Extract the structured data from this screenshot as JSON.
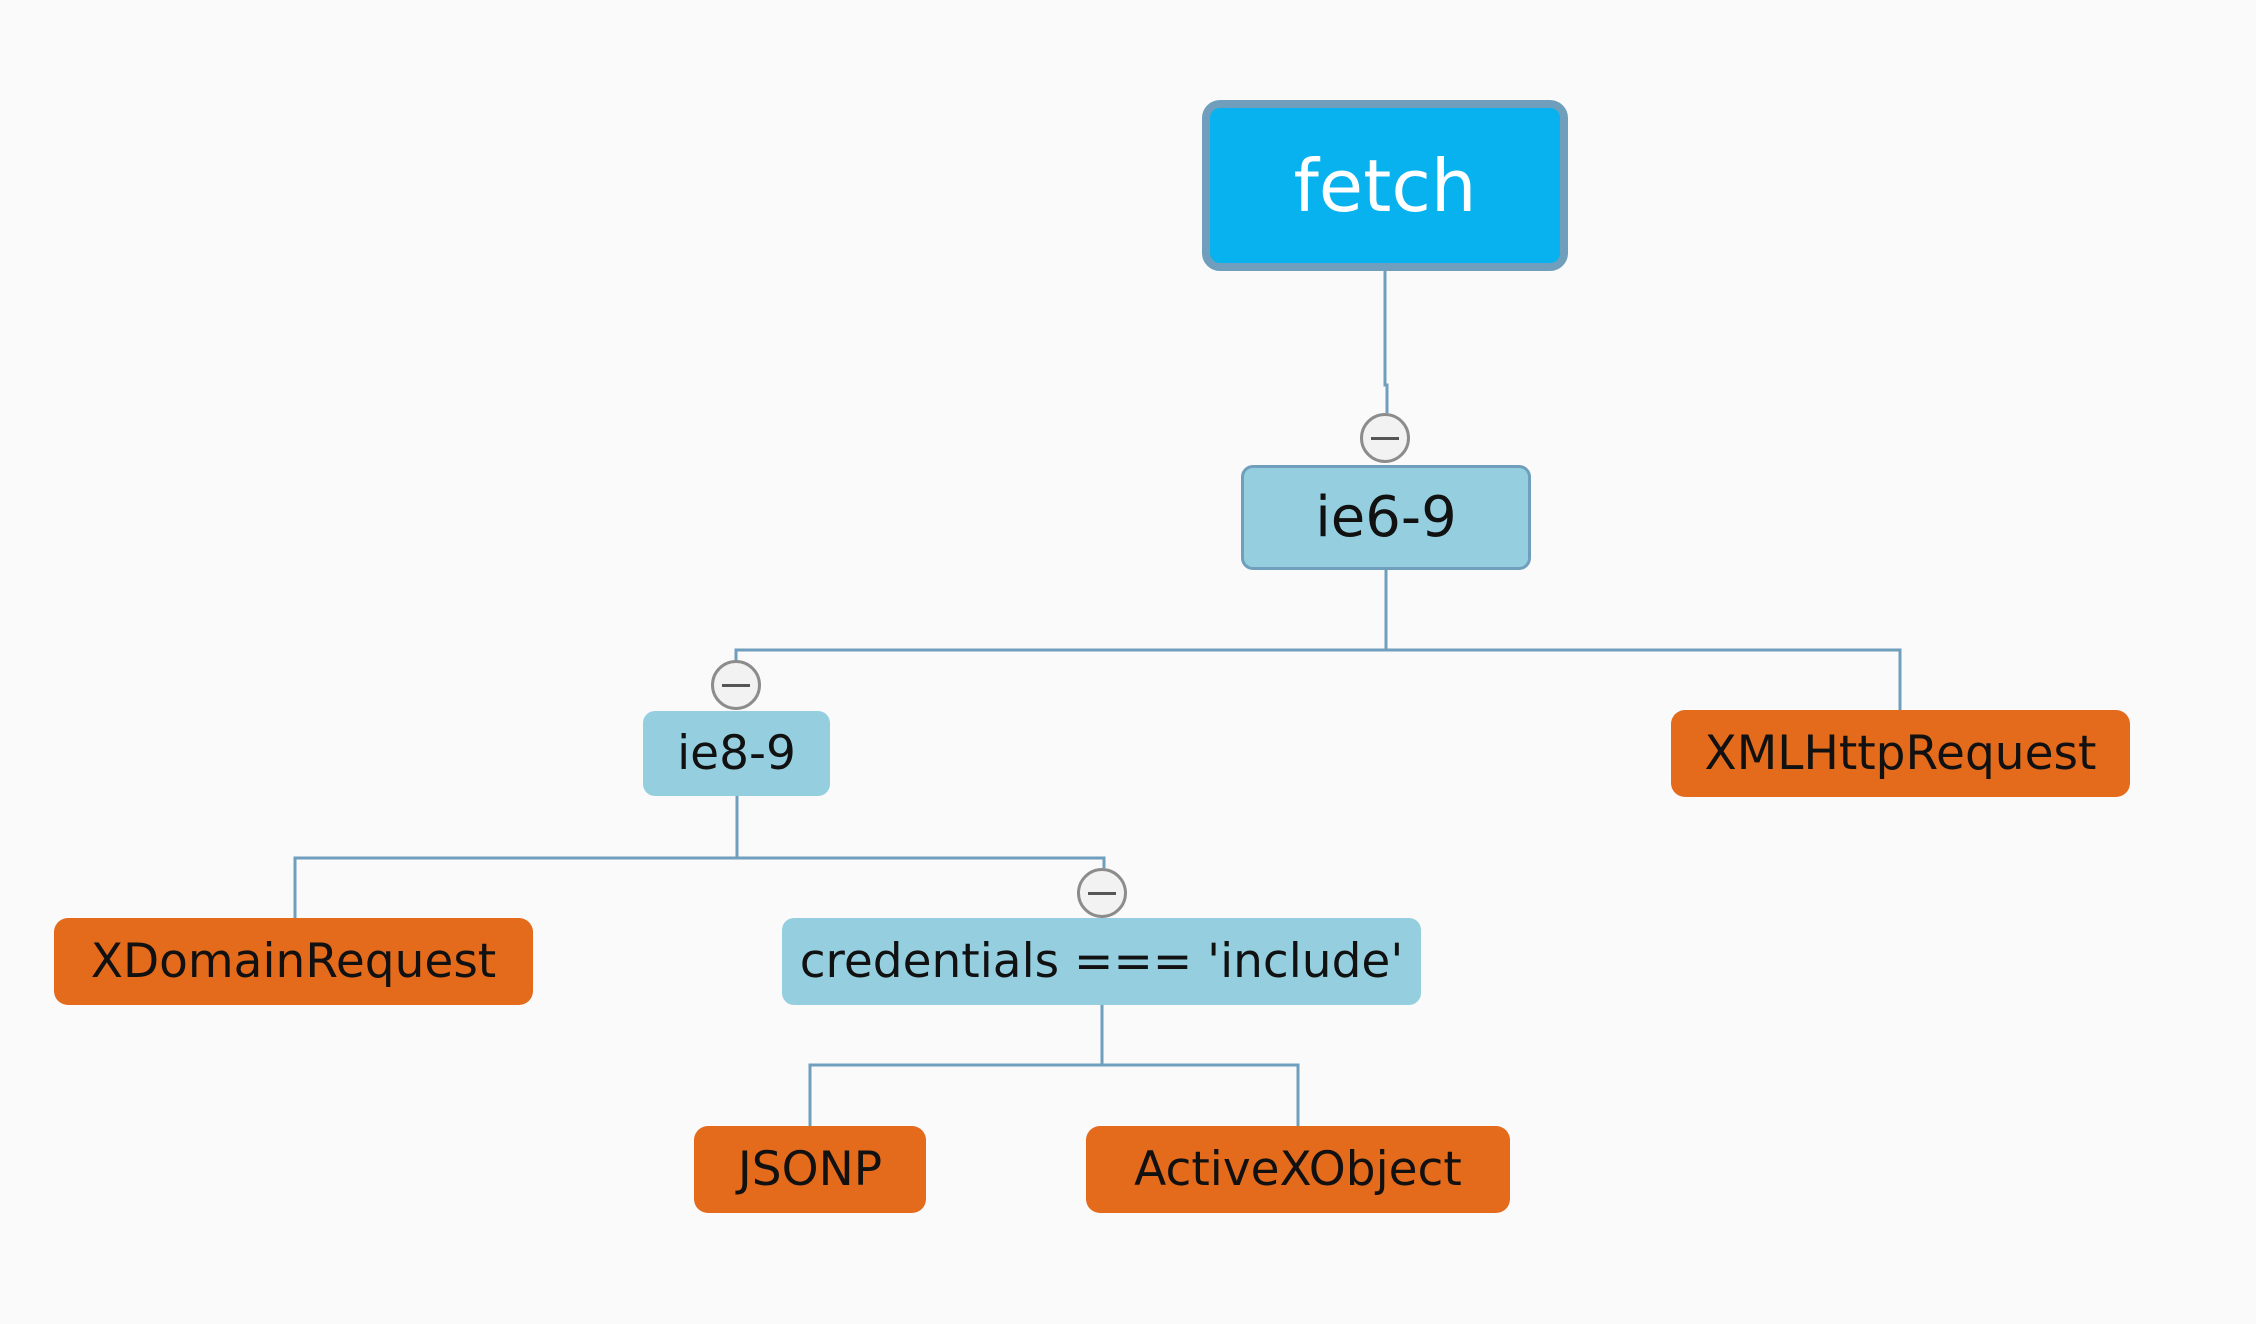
{
  "diagram": {
    "nodes": {
      "root": "fetch",
      "ie6_9": "ie6-9",
      "ie8_9": "ie8-9",
      "xmlhttprequest": "XMLHttpRequest",
      "xdomainrequest": "XDomainRequest",
      "credentials": "credentials === 'include'",
      "jsonp": "JSONP",
      "activexobject": "ActiveXObject"
    },
    "edges": [
      [
        "fetch",
        "ie6-9"
      ],
      [
        "ie6-9",
        "ie8-9"
      ],
      [
        "ie6-9",
        "XMLHttpRequest"
      ],
      [
        "ie8-9",
        "XDomainRequest"
      ],
      [
        "ie8-9",
        "credentials === 'include'"
      ],
      [
        "credentials === 'include'",
        "JSONP"
      ],
      [
        "credentials === 'include'",
        "ActiveXObject"
      ]
    ]
  },
  "colors": {
    "background": "#fafafa",
    "root_fill": "#08b2ee",
    "branch_fill": "#95cfdf",
    "leaf_fill": "#e46a1c",
    "connector": "#6f9fbd"
  },
  "icons": {
    "collapse": "minus-circle-icon"
  }
}
